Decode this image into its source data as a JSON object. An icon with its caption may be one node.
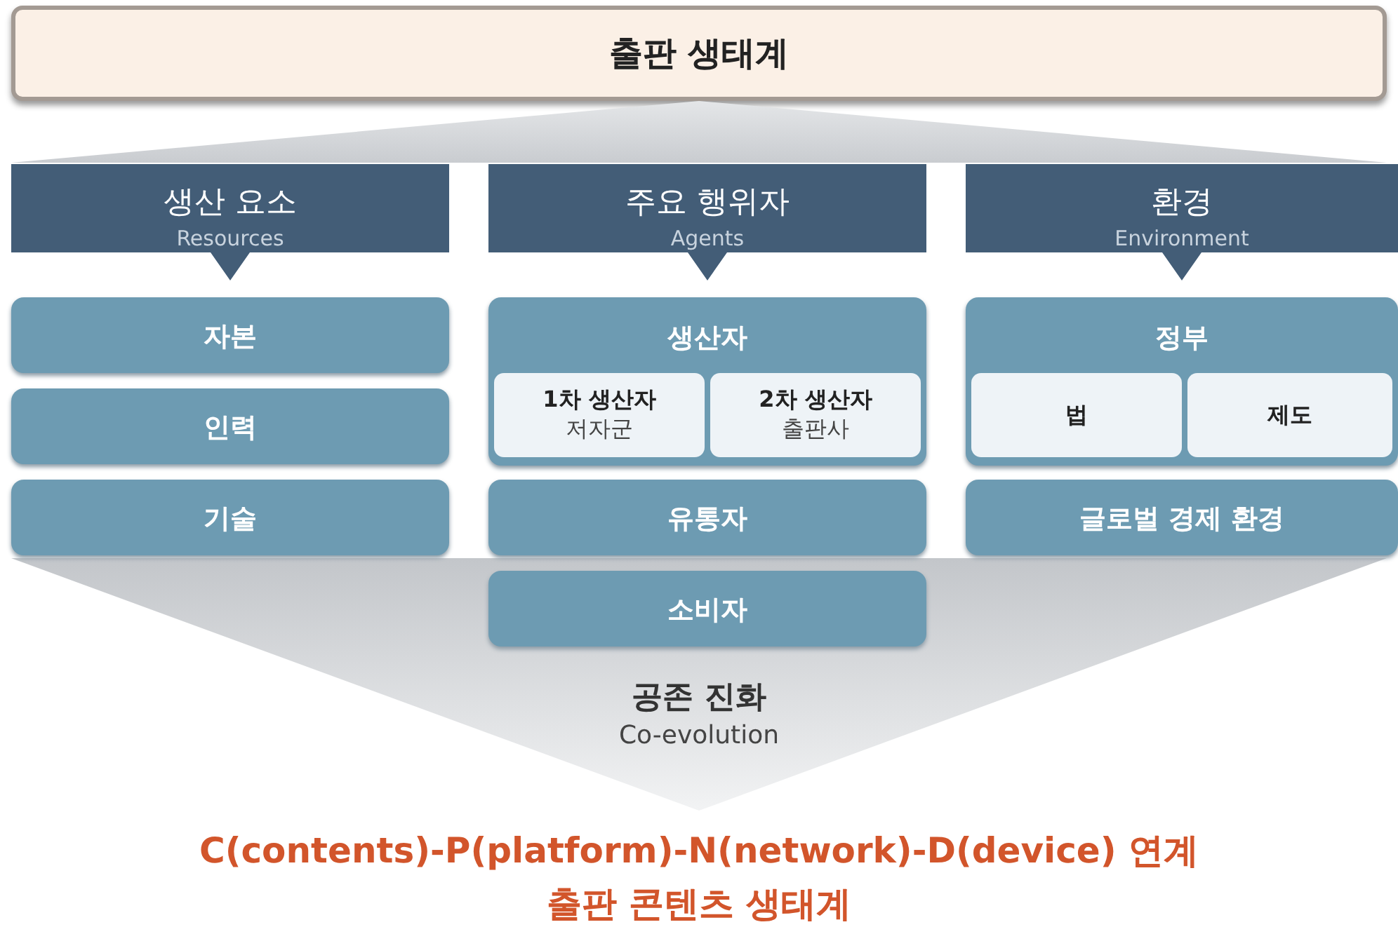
{
  "diagram": {
    "nodes": [
      {
        "text": [
          "출판 생태계"
        ]
      },
      {
        "text": [
          "생산 요소",
          "Resources"
        ]
      },
      {
        "text": [
          "주요 행위자",
          "Agents"
        ]
      },
      {
        "text": [
          "환경",
          "Environment"
        ]
      },
      {
        "text": [
          "자본"
        ]
      },
      {
        "text": [
          "인력"
        ]
      },
      {
        "text": [
          "기술"
        ]
      },
      {
        "text": [
          "생산자"
        ]
      },
      {
        "text": [
          "1차 생산자",
          "저자군"
        ],
        "in": 7
      },
      {
        "text": [
          "2차 생산자",
          "출판사"
        ],
        "in": 7
      },
      {
        "text": [
          "유통자"
        ]
      },
      {
        "text": [
          "소비자"
        ],
        "in": 16
      },
      {
        "text": [
          "정부"
        ]
      },
      {
        "text": [
          "법"
        ],
        "in": 12
      },
      {
        "text": [
          "제도"
        ],
        "in": 12
      },
      {
        "text": [
          "글로벌 경제 환경"
        ]
      },
      {
        "text": [
          "공존 진화",
          "Co-evolution"
        ]
      },
      {
        "text": [],
        "shape": "triangle"
      }
    ],
    "labels": [
      "C(contents)-P(platform)-N(network)-D(device) 연계",
      "출판 콘텐츠 생태계"
    ]
  }
}
